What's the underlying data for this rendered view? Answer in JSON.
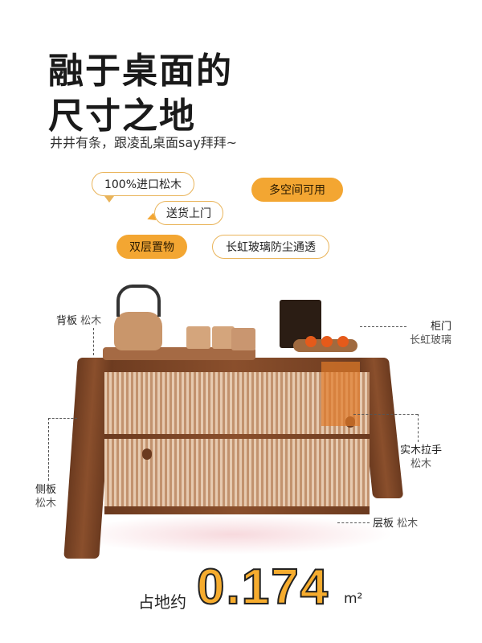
{
  "headline": {
    "line1": "融于桌面的",
    "line2": "尺寸之地",
    "subtitle": "井井有条，跟凌乱桌面say拜拜~"
  },
  "features": [
    {
      "text": "100%进口松木",
      "style": "outline"
    },
    {
      "text": "多空间可用",
      "style": "filled"
    },
    {
      "text": "送货上门",
      "style": "outline"
    },
    {
      "text": "双层置物",
      "style": "filled"
    },
    {
      "text": "长虹玻璃防尘通透",
      "style": "outline"
    }
  ],
  "parts": [
    {
      "name": "背板",
      "material": "松木"
    },
    {
      "name": "柜门",
      "material": "长虹玻璃"
    },
    {
      "name": "实木拉手",
      "material": "松木"
    },
    {
      "name": "侧板",
      "material": "松木"
    },
    {
      "name": "层板",
      "material": "松木"
    }
  ],
  "footprint": {
    "label": "占地约",
    "value": "0.174",
    "unit": "m²"
  },
  "colors": {
    "accent": "#f3a632",
    "wood": "#7a4427",
    "outline": "#e9b45a"
  }
}
